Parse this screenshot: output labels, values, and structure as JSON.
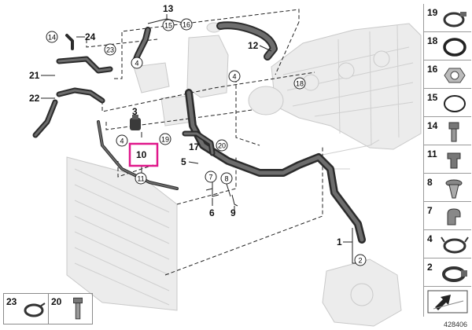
{
  "callouts": {
    "c1": "1",
    "c2": "2",
    "c3": "3",
    "c4a": "4",
    "c4b": "4",
    "c4c": "4",
    "c5": "5",
    "c6": "6",
    "c7": "7",
    "c8": "8",
    "c9": "9",
    "c10": "10",
    "c11": "11",
    "c12": "12",
    "c13": "13",
    "c14": "14",
    "c15": "15",
    "c16": "16",
    "c17": "17",
    "c18": "18",
    "c19": "19",
    "c20": "20",
    "c21": "21",
    "c22": "22",
    "c23": "23",
    "c24": "24"
  },
  "highlight": {
    "part": "10",
    "color": "#e0188b"
  },
  "side_parts": [
    {
      "num": "19",
      "icon": "hose-clamp-icon"
    },
    {
      "num": "18",
      "icon": "o-ring-icon"
    },
    {
      "num": "16",
      "icon": "gasket-icon"
    },
    {
      "num": "15",
      "icon": "seal-ring-icon"
    },
    {
      "num": "14",
      "icon": "bolt-icon"
    },
    {
      "num": "11",
      "icon": "clip-icon"
    },
    {
      "num": "8",
      "icon": "expanding-rivet-icon"
    },
    {
      "num": "7",
      "icon": "holder-clip-icon"
    },
    {
      "num": "4",
      "icon": "spring-clamp-icon"
    },
    {
      "num": "2",
      "icon": "band-clamp-icon"
    }
  ],
  "bottom_parts": [
    {
      "num": "23",
      "icon": "spring-band-clamp-icon"
    },
    {
      "num": "20",
      "icon": "screw-icon"
    }
  ],
  "part_code": "428406"
}
